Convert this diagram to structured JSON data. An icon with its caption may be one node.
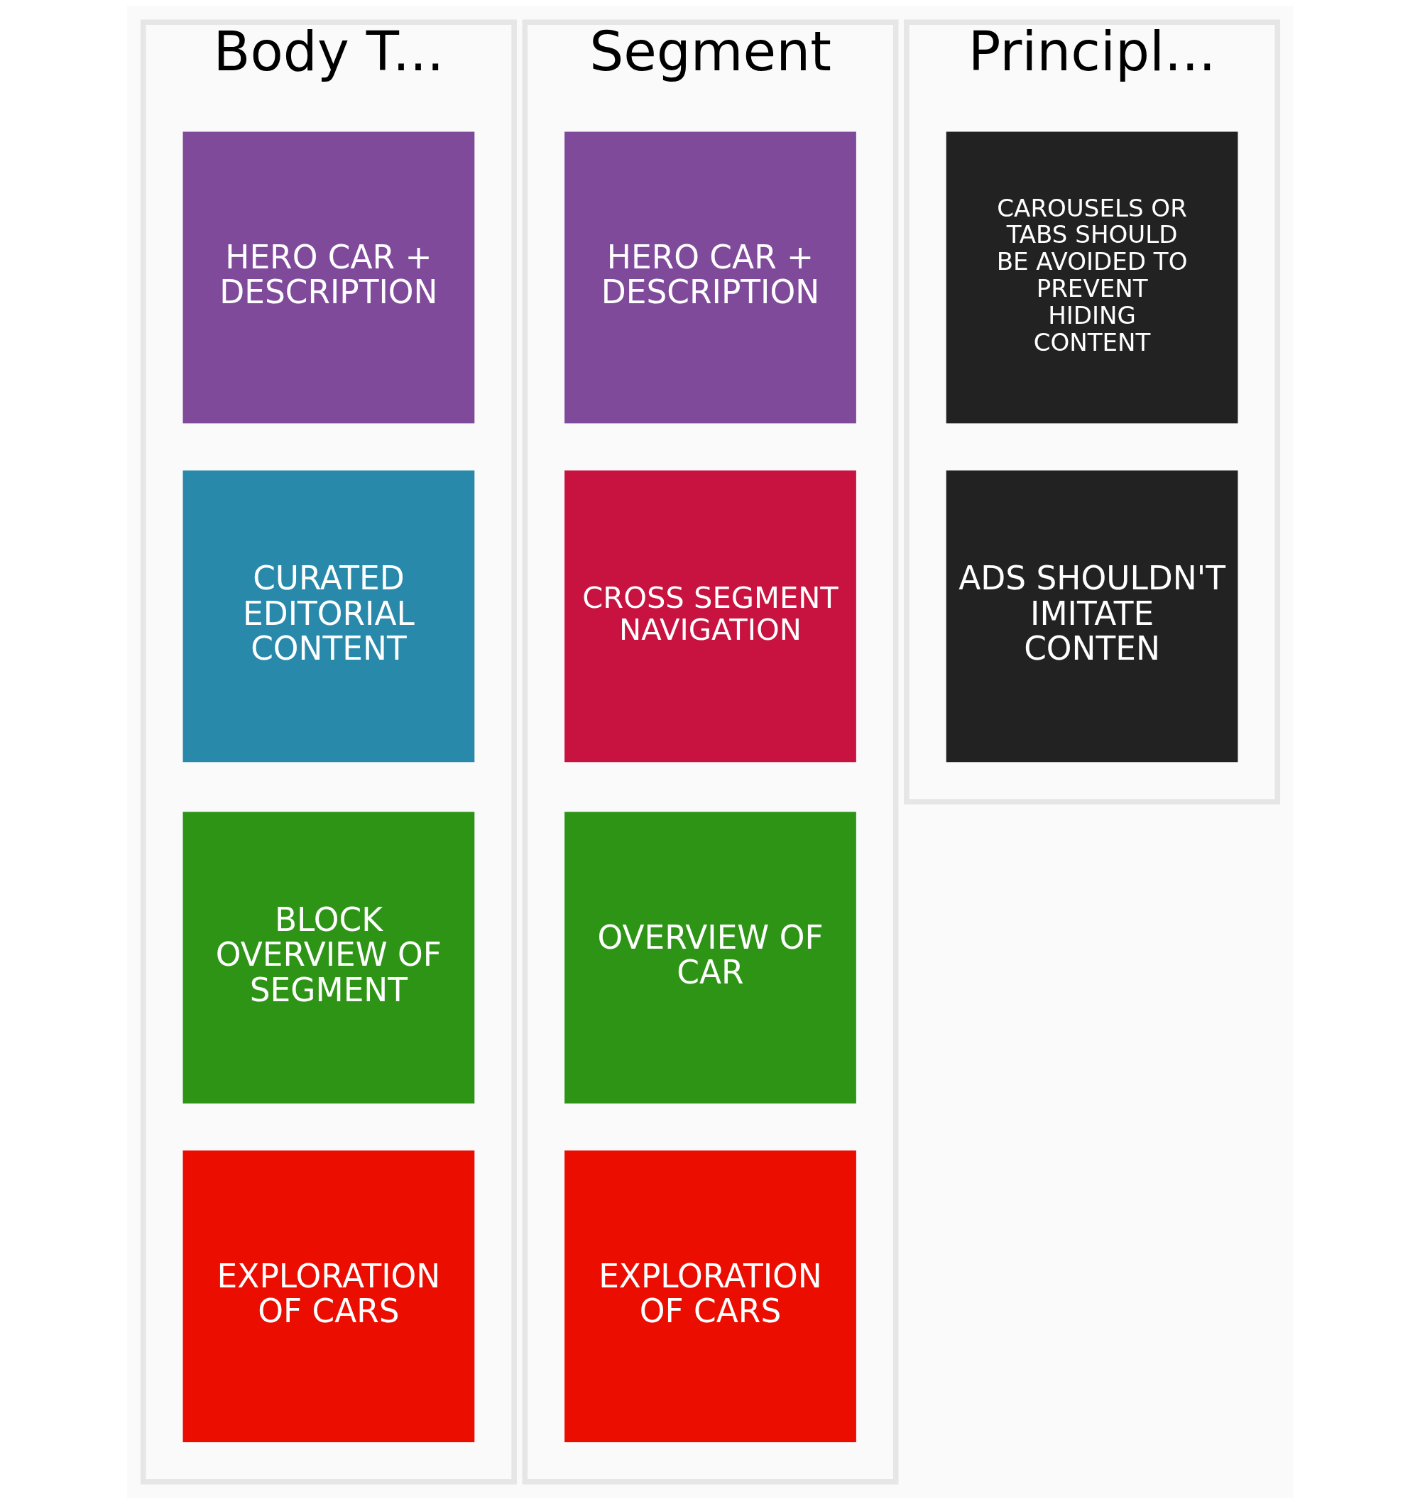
{
  "diagram": {
    "nodes": [
      {
        "text": [
          "Body T..."
        ]
      },
      {
        "text": [
          "HERO CAR + DESCRIPTION"
        ],
        "in": 0
      },
      {
        "text": [
          "CURATED EDITORIAL CONTENT"
        ],
        "in": 0
      },
      {
        "text": [
          "BLOCK OVERVIEW OF SEGMENT"
        ],
        "in": 0
      },
      {
        "text": [
          "EXPLORATION OF CARS"
        ],
        "in": 0
      },
      {
        "text": [
          "Segment"
        ]
      },
      {
        "text": [
          "HERO CAR + DESCRIPTION"
        ],
        "in": 5
      },
      {
        "text": [
          "CROSS SEGMENT NAVIGATION"
        ],
        "in": 5
      },
      {
        "text": [
          "OVERVIEW OF CAR"
        ],
        "in": 5
      },
      {
        "text": [
          "EXPLORATION OF CARS"
        ],
        "in": 5
      },
      {
        "text": [
          "Principl..."
        ]
      },
      {
        "text": [
          "CAROUSELS OR TABS SHOULD BE AVOIDED TO PREVENT HIDING CONTENT"
        ],
        "in": 10
      },
      {
        "text": [
          "ADS SHOULDN'T IMITATE CONTEN"
        ],
        "in": 10
      }
    ]
  }
}
